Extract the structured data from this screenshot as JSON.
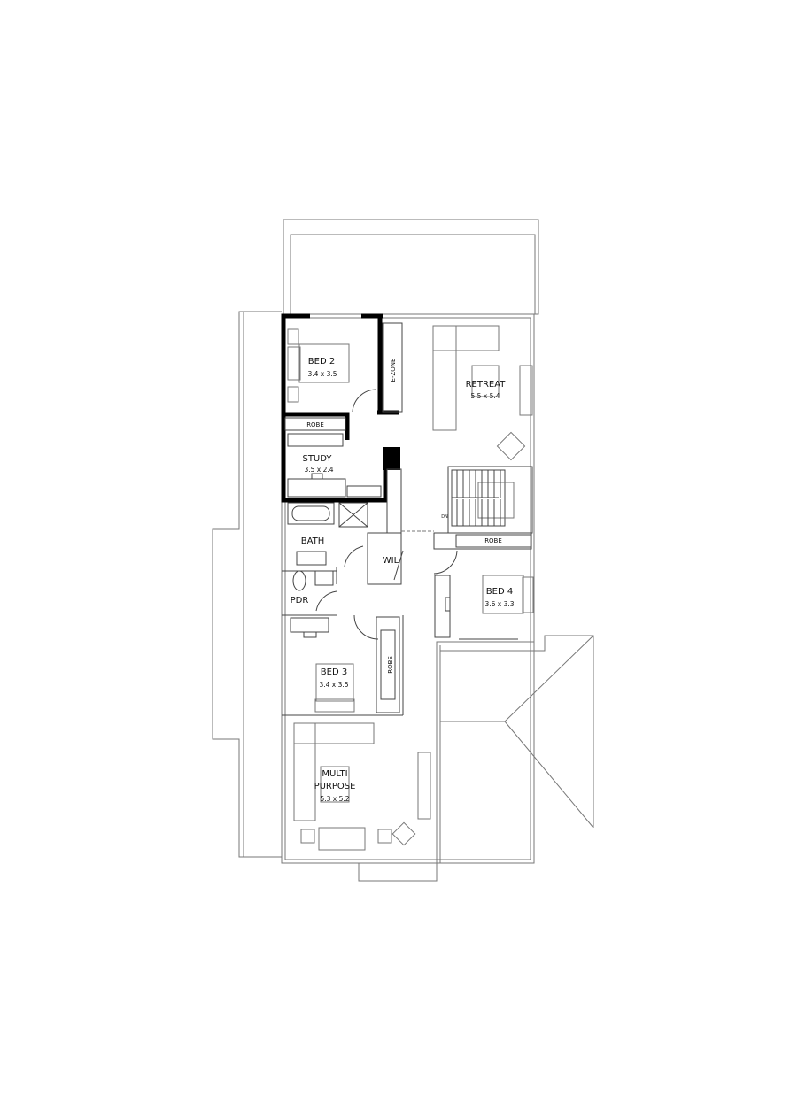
{
  "rooms": {
    "bed2": {
      "name": "BED 2",
      "size": "3.4 x 3.5"
    },
    "ezone": {
      "name": "E-ZONE"
    },
    "retreat": {
      "name": "RETREAT",
      "size": "5.5 x 5.4"
    },
    "robe_bed2": {
      "name": "ROBE"
    },
    "study": {
      "name": "STUDY",
      "size": "3.5 x 2.4"
    },
    "bath": {
      "name": "BATH"
    },
    "wil": {
      "name": "WIL"
    },
    "pdr": {
      "name": "PDR"
    },
    "robe_bed4": {
      "name": "ROBE"
    },
    "bed4": {
      "name": "BED 4",
      "size": "3.6 x 3.3"
    },
    "bed3": {
      "name": "BED 3",
      "size": "3.4 x 3.5"
    },
    "robe_bed3": {
      "name": "ROBE"
    },
    "multipurpose": {
      "name_line1": "MULTI",
      "name_line2": "PURPOSE",
      "size": "5.3 x 5.2"
    }
  },
  "stairs": {
    "label": "DN"
  }
}
